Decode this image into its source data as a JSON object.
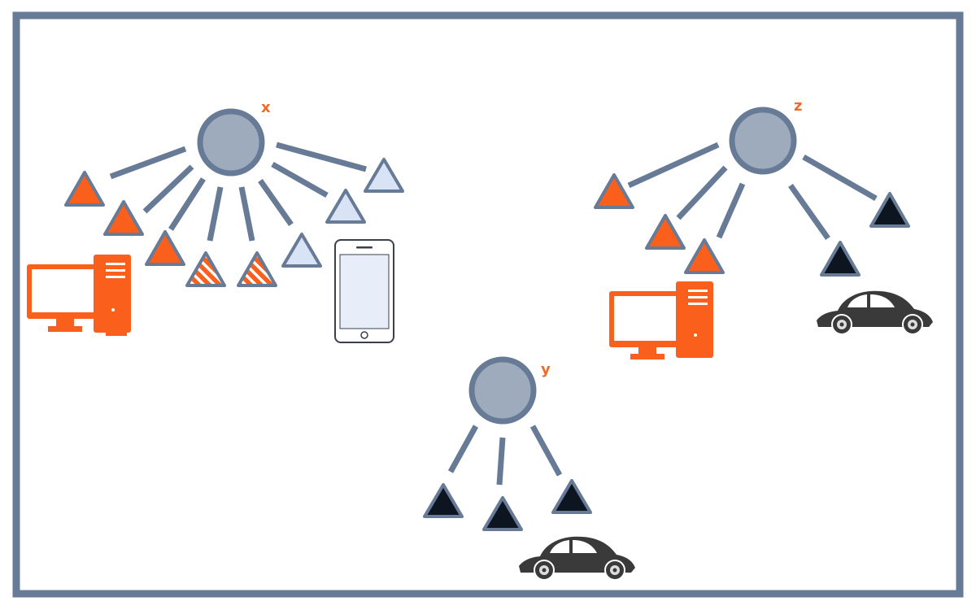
{
  "colors": {
    "frame": "#677a96",
    "node_fill": "#9eabbd",
    "node_stroke": "#677a96",
    "link": "#677a96",
    "orange": "#fb5f1c",
    "light_blue": "#d8e4f5",
    "black": "#0c1520",
    "car": "#3a3a3a",
    "label": "#f06a28"
  },
  "clusters": [
    {
      "label": "x",
      "devices": [
        "computer-icon",
        "smartphone-icon"
      ],
      "triangles": [
        "orange",
        "orange",
        "orange",
        "orange-striped",
        "orange-striped",
        "light-blue",
        "light-blue",
        "light-blue"
      ]
    },
    {
      "label": "z",
      "devices": [
        "computer-icon",
        "car-icon"
      ],
      "triangles": [
        "orange",
        "orange",
        "orange",
        "black",
        "black"
      ]
    },
    {
      "label": "y",
      "devices": [
        "car-icon"
      ],
      "triangles": [
        "black",
        "black",
        "black"
      ]
    }
  ]
}
